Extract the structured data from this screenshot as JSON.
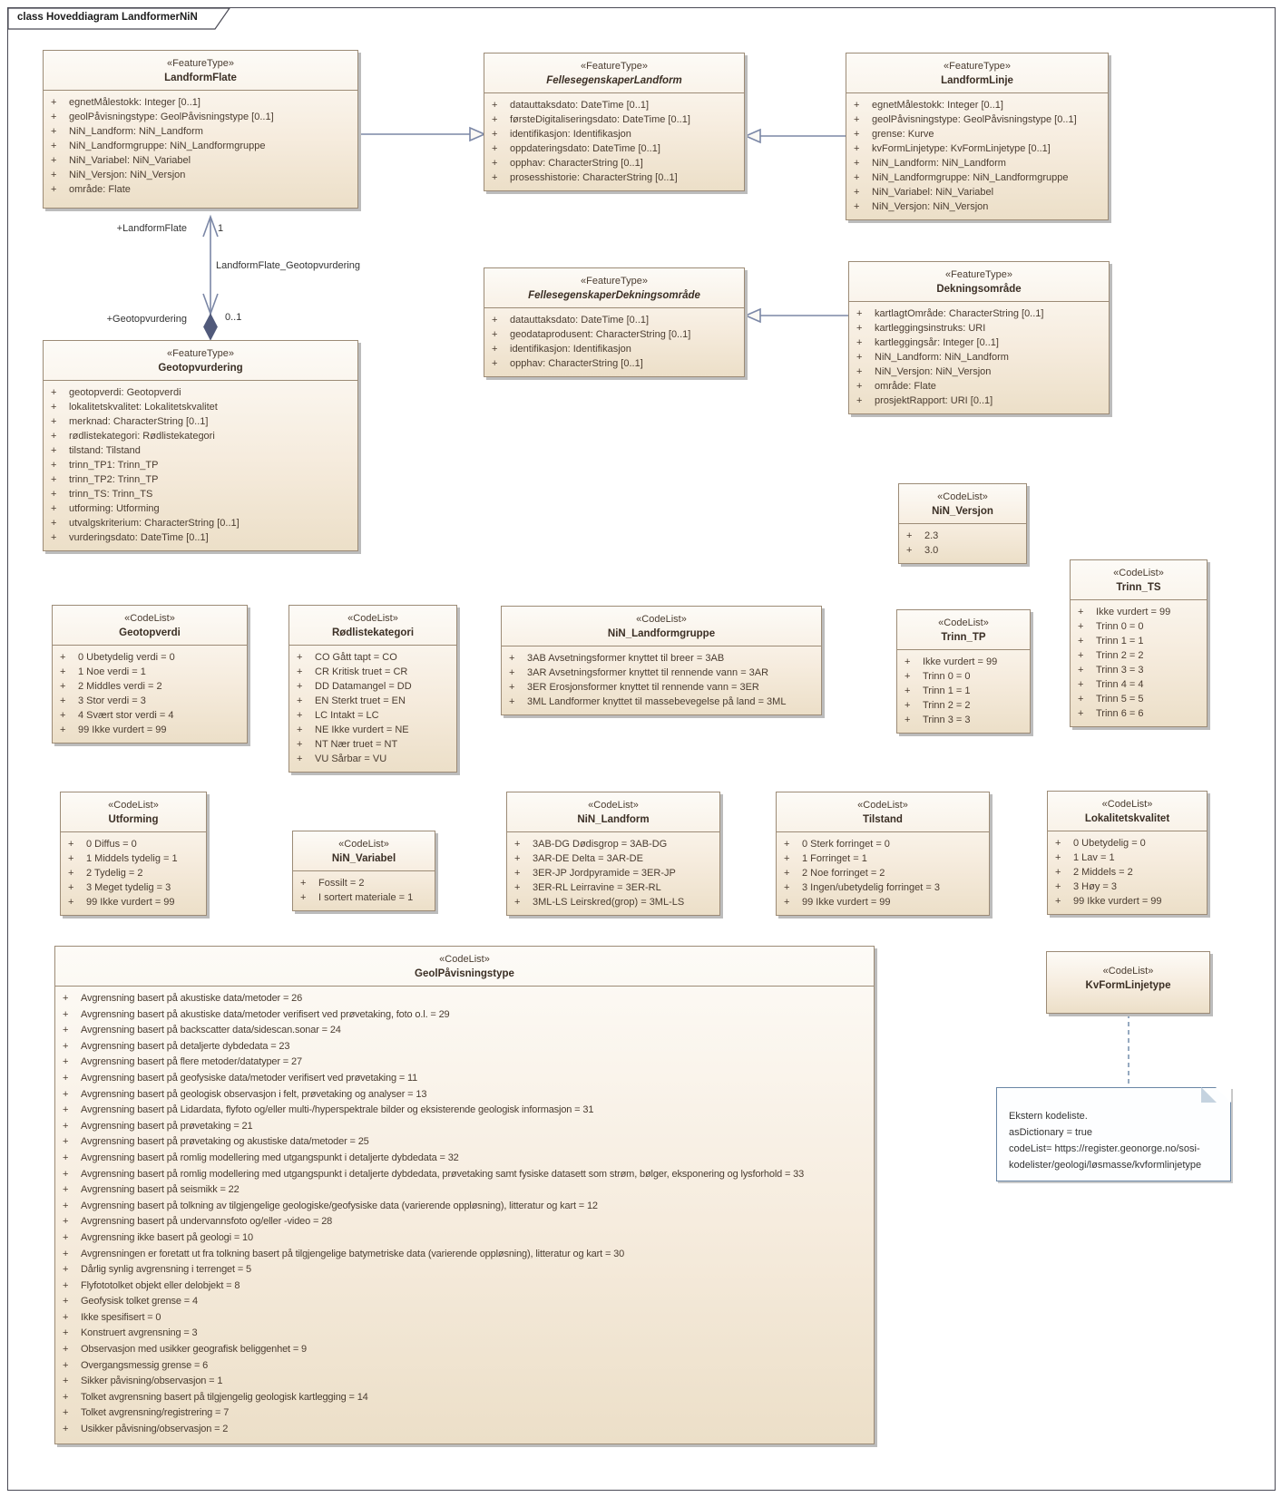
{
  "diagram": {
    "title": "class Hoveddiagram LandformerNiN"
  },
  "visibility_symbol": "+",
  "colors": {
    "box_border": "#9c8b76",
    "box_fill_top": "#fdfbf7",
    "box_fill_bottom": "#ecdfc8",
    "connector": "#7b87a6",
    "diamond_fill": "#50597a",
    "note_border": "#6a86a5",
    "frame_border": "#4a4a55"
  },
  "classes": [
    {
      "key": "landformflate",
      "stereotype": "«FeatureType»",
      "name": "LandformFlate",
      "abstract": false,
      "attrs": [
        "egnetMålestokk: Integer [0..1]",
        "geolPåvisningstype: GeolPåvisningstype [0..1]",
        "NiN_Landform: NiN_Landform",
        "NiN_Landformgruppe: NiN_Landformgruppe",
        "NiN_Variabel: NiN_Variabel",
        "NiN_Versjon: NiN_Versjon",
        "område: Flate"
      ]
    },
    {
      "key": "fellesegenskaperlandform",
      "stereotype": "«FeatureType»",
      "name": "FellesegenskaperLandform",
      "abstract": true,
      "attrs": [
        "datauttaksdato: DateTime [0..1]",
        "førsteDigitaliseringsdato: DateTime [0..1]",
        "identifikasjon: Identifikasjon",
        "oppdateringsdato: DateTime [0..1]",
        "opphav: CharacterString [0..1]",
        "prosesshistorie: CharacterString [0..1]"
      ]
    },
    {
      "key": "landformlinje",
      "stereotype": "«FeatureType»",
      "name": "LandformLinje",
      "abstract": false,
      "attrs": [
        "egnetMålestokk: Integer [0..1]",
        "geolPåvisningstype: GeolPåvisningstype [0..1]",
        "grense: Kurve",
        "kvFormLinjetype: KvFormLinjetype [0..1]",
        "NiN_Landform: NiN_Landform",
        "NiN_Landformgruppe: NiN_Landformgruppe",
        "NiN_Variabel: NiN_Variabel",
        "NiN_Versjon: NiN_Versjon"
      ]
    },
    {
      "key": "fellesegenskaperdekningsomrade",
      "stereotype": "«FeatureType»",
      "name": "FellesegenskaperDekningsområde",
      "abstract": true,
      "attrs": [
        "datauttaksdato: DateTime [0..1]",
        "geodataprodusent: CharacterString [0..1]",
        "identifikasjon: Identifikasjon",
        "opphav: CharacterString [0..1]"
      ]
    },
    {
      "key": "dekningsomrade",
      "stereotype": "«FeatureType»",
      "name": "Dekningsområde",
      "abstract": false,
      "attrs": [
        "kartlagtOmråde: CharacterString [0..1]",
        "kartleggingsinstruks: URI",
        "kartleggingsår: Integer [0..1]",
        "NiN_Landform: NiN_Landform",
        "NiN_Versjon: NiN_Versjon",
        "område: Flate",
        "prosjektRapport: URI [0..1]"
      ]
    },
    {
      "key": "geotopvurdering",
      "stereotype": "«FeatureType»",
      "name": "Geotopvurdering",
      "abstract": false,
      "attrs": [
        "geotopverdi: Geotopverdi",
        "lokalitetskvalitet: Lokalitetskvalitet",
        "merknad: CharacterString [0..1]",
        "rødlistekategori: Rødlistekategori",
        "tilstand: Tilstand",
        "trinn_TP1: Trinn_TP",
        "trinn_TP2: Trinn_TP",
        "trinn_TS: Trinn_TS",
        "utforming: Utforming",
        "utvalgskriterium: CharacterString [0..1]",
        "vurderingsdato: DateTime [0..1]"
      ]
    },
    {
      "key": "nin_versjon",
      "stereotype": "«CodeList»",
      "name": "NiN_Versjon",
      "abstract": false,
      "attrs": [
        "2.3",
        "3.0"
      ]
    },
    {
      "key": "trinn_ts",
      "stereotype": "«CodeList»",
      "name": "Trinn_TS",
      "abstract": false,
      "attrs": [
        "Ikke vurdert = 99",
        "Trinn 0 = 0",
        "Trinn 1 = 1",
        "Trinn 2 = 2",
        "Trinn 3 = 3",
        "Trinn 4 = 4",
        "Trinn 5 = 5",
        "Trinn 6 = 6"
      ]
    },
    {
      "key": "trinn_tp",
      "stereotype": "«CodeList»",
      "name": "Trinn_TP",
      "abstract": false,
      "attrs": [
        "Ikke vurdert = 99",
        "Trinn 0 = 0",
        "Trinn 1 = 1",
        "Trinn 2 = 2",
        "Trinn 3 = 3"
      ]
    },
    {
      "key": "geotopverdi",
      "stereotype": "«CodeList»",
      "name": "Geotopverdi",
      "abstract": false,
      "attrs": [
        "0 Ubetydelig verdi = 0",
        "1 Noe verdi = 1",
        "2 Middles verdi = 2",
        "3 Stor verdi = 3",
        "4 Svært stor verdi = 4",
        "99 Ikke vurdert = 99"
      ]
    },
    {
      "key": "rodlistekategori",
      "stereotype": "«CodeList»",
      "name": "Rødlistekategori",
      "abstract": false,
      "attrs": [
        "CO Gått tapt = CO",
        "CR Kritisk truet = CR",
        "DD Datamangel = DD",
        "EN Sterkt truet = EN",
        "LC Intakt = LC",
        "NE Ikke vurdert = NE",
        "NT Nær truet = NT",
        "VU Sårbar = VU"
      ]
    },
    {
      "key": "nin_landformgruppe",
      "stereotype": "«CodeList»",
      "name": "NiN_Landformgruppe",
      "abstract": false,
      "attrs": [
        "3AB Avsetningsformer knyttet til breer = 3AB",
        "3AR Avsetningsformer knyttet til rennende vann = 3AR",
        "3ER Erosjonsformer knyttet til rennende vann = 3ER",
        "3ML Landformer knyttet til massebevegelse på land = 3ML"
      ]
    },
    {
      "key": "utforming",
      "stereotype": "«CodeList»",
      "name": "Utforming",
      "abstract": false,
      "attrs": [
        "0 Diffus = 0",
        "1 Middels tydelig = 1",
        "2 Tydelig = 2",
        "3 Meget tydelig = 3",
        "99 Ikke vurdert = 99"
      ]
    },
    {
      "key": "nin_variabel",
      "stereotype": "«CodeList»",
      "name": "NiN_Variabel",
      "abstract": false,
      "attrs": [
        "Fossilt = 2",
        "I sortert materiale = 1"
      ]
    },
    {
      "key": "nin_landform",
      "stereotype": "«CodeList»",
      "name": "NiN_Landform",
      "abstract": false,
      "attrs": [
        "3AB-DG Dødisgrop = 3AB-DG",
        "3AR-DE Delta = 3AR-DE",
        "3ER-JP Jordpyramide = 3ER-JP",
        "3ER-RL Leirravine = 3ER-RL",
        "3ML-LS Leirskred(grop) = 3ML-LS"
      ]
    },
    {
      "key": "tilstand",
      "stereotype": "«CodeList»",
      "name": "Tilstand",
      "abstract": false,
      "attrs": [
        "0 Sterk forringet = 0",
        "1 Forringet = 1",
        "2 Noe forringet = 2",
        "3 Ingen/ubetydelig forringet = 3",
        "99 Ikke vurdert = 99"
      ]
    },
    {
      "key": "lokalitetskvalitet",
      "stereotype": "«CodeList»",
      "name": "Lokalitetskvalitet",
      "abstract": false,
      "attrs": [
        "0 Ubetydelig = 0",
        "1 Lav = 1",
        "2 Middels = 2",
        "3 Høy = 3",
        "99 Ikke vurdert = 99"
      ]
    },
    {
      "key": "geolpavisningstype",
      "stereotype": "«CodeList»",
      "name": "GeolPåvisningstype",
      "abstract": false,
      "attrs": [
        "Avgrensning basert på akustiske data/metoder = 26",
        "Avgrensning basert på akustiske data/metoder verifisert ved prøvetaking, foto o.l. = 29",
        "Avgrensning basert på backscatter data/sidescan.sonar = 24",
        "Avgrensning basert på detaljerte dybdedata = 23",
        "Avgrensning basert på flere metoder/datatyper = 27",
        "Avgrensning basert på geofysiske data/metoder verifisert ved prøvetaking = 11",
        "Avgrensning basert på geologisk observasjon i felt, prøvetaking og analyser = 13",
        "Avgrensning basert på Lidardata, flyfoto og/eller multi-/hyperspektrale bilder og eksisterende geologisk informasjon = 31",
        "Avgrensning basert på prøvetaking = 21",
        "Avgrensning basert på prøvetaking og akustiske data/metoder = 25",
        "Avgrensning basert på romlig modellering med utgangspunkt i detaljerte dybdedata = 32",
        "Avgrensning basert på romlig modellering med utgangspunkt i detaljerte dybdedata, prøvetaking samt fysiske datasett som strøm, bølger, eksponering og lysforhold = 33",
        "Avgrensning basert på seismikk = 22",
        "Avgrensning basert på tolkning av tilgjengelige geologiske/geofysiske data (varierende oppløsning), litteratur og kart = 12",
        "Avgrensning basert på undervannsfoto og/eller -video = 28",
        "Avgrensning ikke basert på geologi = 10",
        "Avgrensningen er foretatt ut fra tolkning basert på tilgjengelige batymetriske data (varierende oppløsning), litteratur og kart = 30",
        "Dårlig synlig avgrensning i terrenget = 5",
        "Flyfototolket objekt eller delobjekt = 8",
        "Geofysisk tolket grense = 4",
        "Ikke spesifisert = 0",
        "Konstruert avgrensning = 3",
        "Observasjon med usikker geografisk beliggenhet = 9",
        "Overgangsmessig grense = 6",
        "Sikker påvisning/observasjon = 1",
        "Tolket avgrensning basert på tilgjengelig geologisk kartlegging = 14",
        "Tolket avgrensning/registrering = 7",
        "Usikker påvisning/observasjon = 2"
      ]
    },
    {
      "key": "kvformlinjetype",
      "stereotype": "«CodeList»",
      "name": "KvFormLinjetype",
      "abstract": false,
      "attrs": []
    }
  ],
  "association": {
    "name": "LandformFlate_Geotopvurdering",
    "source_role": "+LandformFlate",
    "source_mult": "1",
    "target_role": "+Geotopvurdering",
    "target_mult": "0..1"
  },
  "note": {
    "lines": [
      "Ekstern kodeliste.",
      "asDictionary = true",
      "codeList= https://register.geonorge.no/sosi-kodelister/geologi/løsmasse/kvformlinjetype"
    ]
  }
}
